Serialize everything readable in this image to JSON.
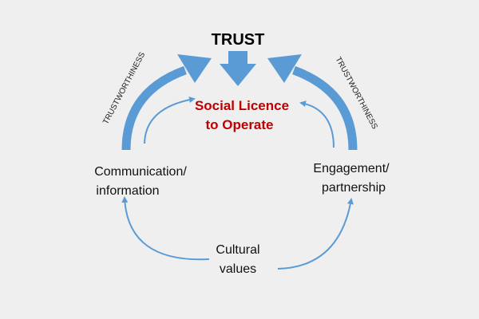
{
  "title": "TRUST",
  "center": {
    "line1": "Social Licence",
    "line2": "to Operate"
  },
  "left_arc_label": "TRUSTWORTHINESS",
  "right_arc_label": "TRUSTWORTHINESS",
  "left_node": {
    "line1": "Communication/",
    "line2": "information"
  },
  "right_node": {
    "line1": "Engagement/",
    "line2": "partnership"
  },
  "bottom_node": {
    "line1": "Cultural",
    "line2": "values"
  },
  "colors": {
    "arrow": "#5b9bd5",
    "center_text": "#c00000",
    "background": "#efefef"
  }
}
